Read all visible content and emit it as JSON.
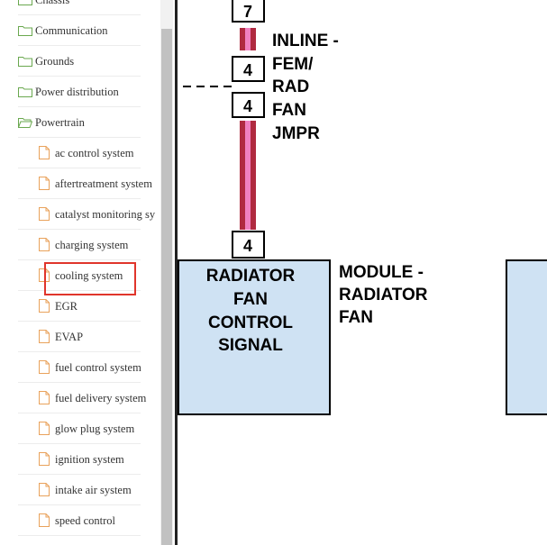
{
  "sidebar": {
    "items": [
      {
        "type": "folder",
        "label": "Chassis"
      },
      {
        "type": "folder",
        "label": "Communication"
      },
      {
        "type": "folder",
        "label": "Grounds"
      },
      {
        "type": "folder",
        "label": "Power distribution"
      },
      {
        "type": "folder-open",
        "label": "Powertrain"
      },
      {
        "type": "file",
        "label": "ac control system"
      },
      {
        "type": "file",
        "label": "aftertreatment system"
      },
      {
        "type": "file",
        "label": "catalyst monitoring sy"
      },
      {
        "type": "file",
        "label": "charging system"
      },
      {
        "type": "file",
        "label": "cooling system",
        "highlighted": true
      },
      {
        "type": "file",
        "label": "EGR"
      },
      {
        "type": "file",
        "label": "EVAP"
      },
      {
        "type": "file",
        "label": "fuel control system"
      },
      {
        "type": "file",
        "label": "fuel delivery system"
      },
      {
        "type": "file",
        "label": "glow plug system"
      },
      {
        "type": "file",
        "label": "ignition system"
      },
      {
        "type": "file",
        "label": "intake air system"
      },
      {
        "type": "file",
        "label": "speed control"
      }
    ]
  },
  "diagram": {
    "pin_top": "7",
    "pin_fem_upper": "4",
    "pin_fem_lower": "4",
    "pin_module": "4",
    "jumper_label": [
      "INLINE -",
      "FEM/",
      "RAD",
      "FAN",
      "JMPR"
    ],
    "signal_box": [
      "RADIATOR",
      "FAN",
      "CONTROL",
      "SIGNAL"
    ],
    "module_label": [
      "MODULE -",
      "RADIATOR",
      "FAN"
    ],
    "colors": {
      "wire_outer": "#b02a40",
      "wire_inner": "#f080c0",
      "box_fill": "#cfe2f3"
    }
  }
}
